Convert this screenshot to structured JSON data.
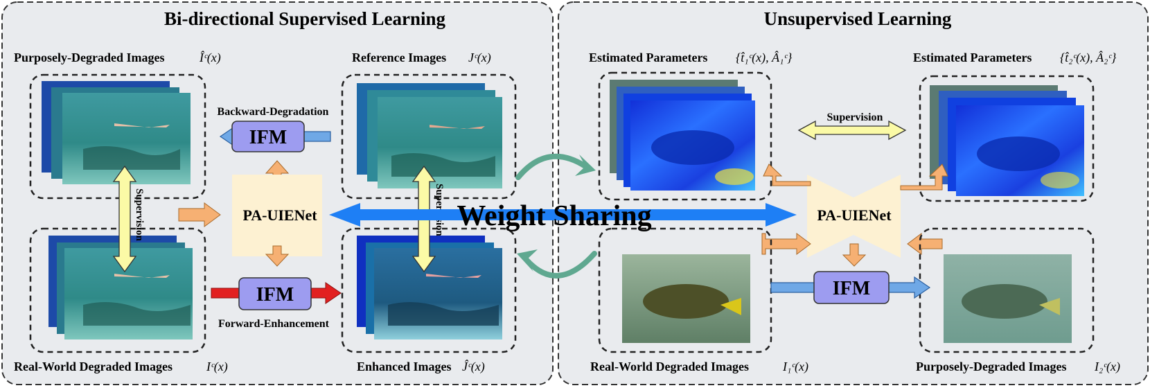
{
  "left_panel": {
    "title": "Bi-directional Supervised Learning",
    "purposely_degraded": {
      "label": "Purposely-Degraded Images",
      "math": "Îᶜ(x)"
    },
    "reference": {
      "label": "Reference Images",
      "math": "Jᶜ(x)"
    },
    "real_world": {
      "label": "Real-World Degraded Images",
      "math": "Iᶜ(x)"
    },
    "enhanced": {
      "label": "Enhanced Images",
      "math": "Ĵᶜ(x)"
    },
    "backward_label": "Backward-Degradation",
    "forward_label": "Forward-Enhancement",
    "ifm_top": "IFM",
    "ifm_bottom": "IFM",
    "network": "PA-UIENet",
    "supervision_left": "Supervision",
    "supervision_right": "Supervision"
  },
  "right_panel": {
    "title": "Unsupervised Learning",
    "params1": {
      "label": "Estimated Parameters",
      "math": "{t̂₁ᶜ(x), Â₁ᶜ}"
    },
    "params2": {
      "label": "Estimated Parameters",
      "math": "{t̂₂ᶜ(x), Â₂ᶜ}"
    },
    "real_world": {
      "label": "Real-World Degraded Images",
      "math": "I₁ᶜ(x)"
    },
    "purposely_degraded": {
      "label": "Purposely-Degraded Images",
      "math": "I₂ᶜ(x)"
    },
    "supervision": "Supervision",
    "network": "PA-UIENet",
    "ifm": "IFM"
  },
  "center": {
    "weight_sharing": "Weight Sharing"
  },
  "colors": {
    "panel_bg": "#e9ebee",
    "ifm_fill": "#9d9cf0",
    "network_fill": "#fdf1d2",
    "orange_arrow": "#f6b073",
    "blue_arrow": "#6fa8e6",
    "red_arrow": "#e22020",
    "yellow_arrow": "#fbfaa6",
    "weight_arrow": "#1e7ff5",
    "teal_arrow": "#5fa890"
  }
}
